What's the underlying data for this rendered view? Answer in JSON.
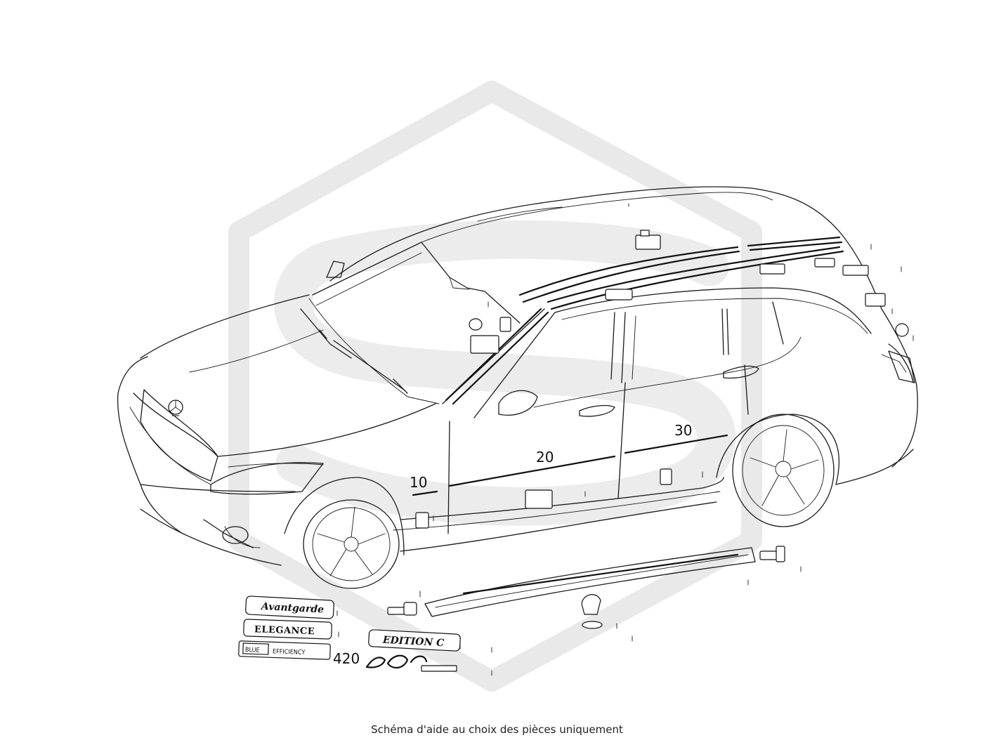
{
  "diagram": {
    "callouts": [
      "10",
      "20",
      "30"
    ],
    "badges": {
      "avantgarde": "Avantgarde",
      "elegance": "ELEGANCE",
      "edition": "EDITION C",
      "blue": "BLUE",
      "efficiency": "EFFICIENCY",
      "number": "420"
    }
  },
  "caption": "Schéma d'aide au choix des pièces uniquement",
  "colors": {
    "line": "#1a1a1a",
    "watermark": "#e8e8e8",
    "background": "#ffffff"
  }
}
